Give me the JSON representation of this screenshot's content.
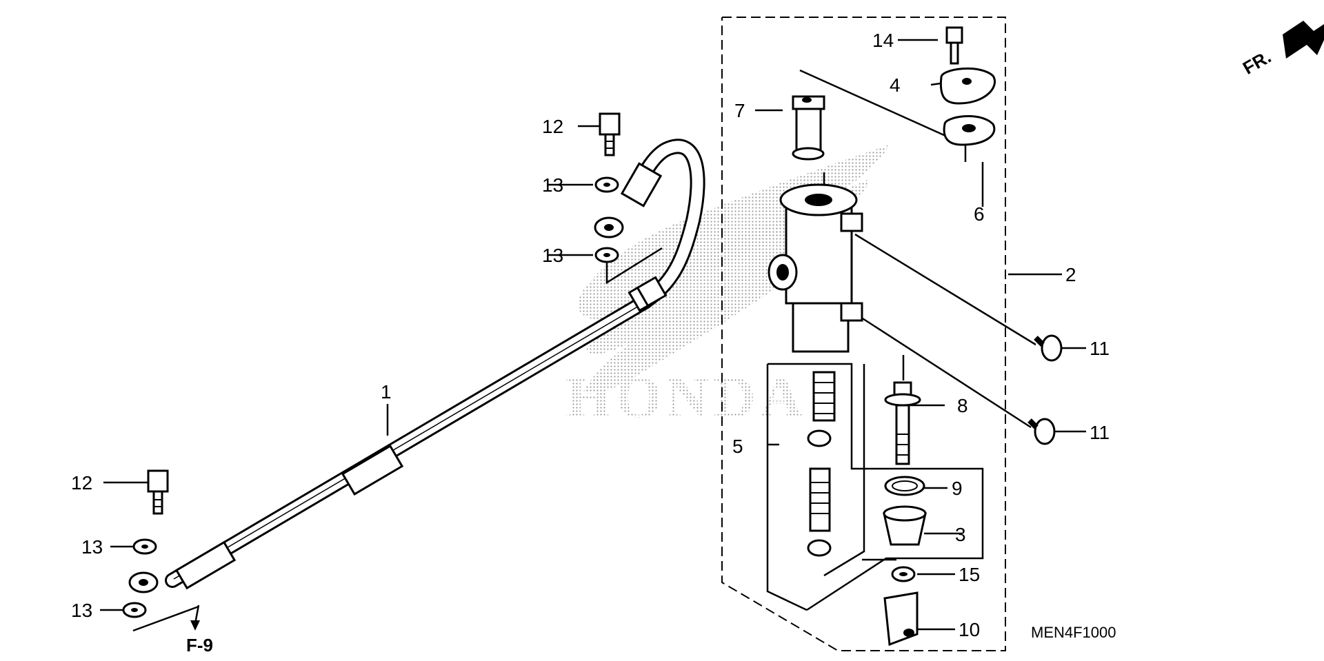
{
  "diagram": {
    "part_code": "MEN4F1000",
    "direction_label": "FR.",
    "page_ref": "F-9",
    "watermark_text": "HONDA",
    "labels": {
      "l1": "1",
      "l2": "2",
      "l3": "3",
      "l4": "4",
      "l5": "5",
      "l6": "6",
      "l7": "7",
      "l8": "8",
      "l9": "9",
      "l10": "10",
      "l11a": "11",
      "l11b": "11",
      "l12a": "12",
      "l12b": "12",
      "l13a": "13",
      "l13b": "13",
      "l13c": "13",
      "l13d": "13",
      "l14": "14",
      "l15": "15"
    },
    "colors": {
      "line": "#000000",
      "background": "#ffffff",
      "watermark": "#b8b8b8"
    }
  }
}
